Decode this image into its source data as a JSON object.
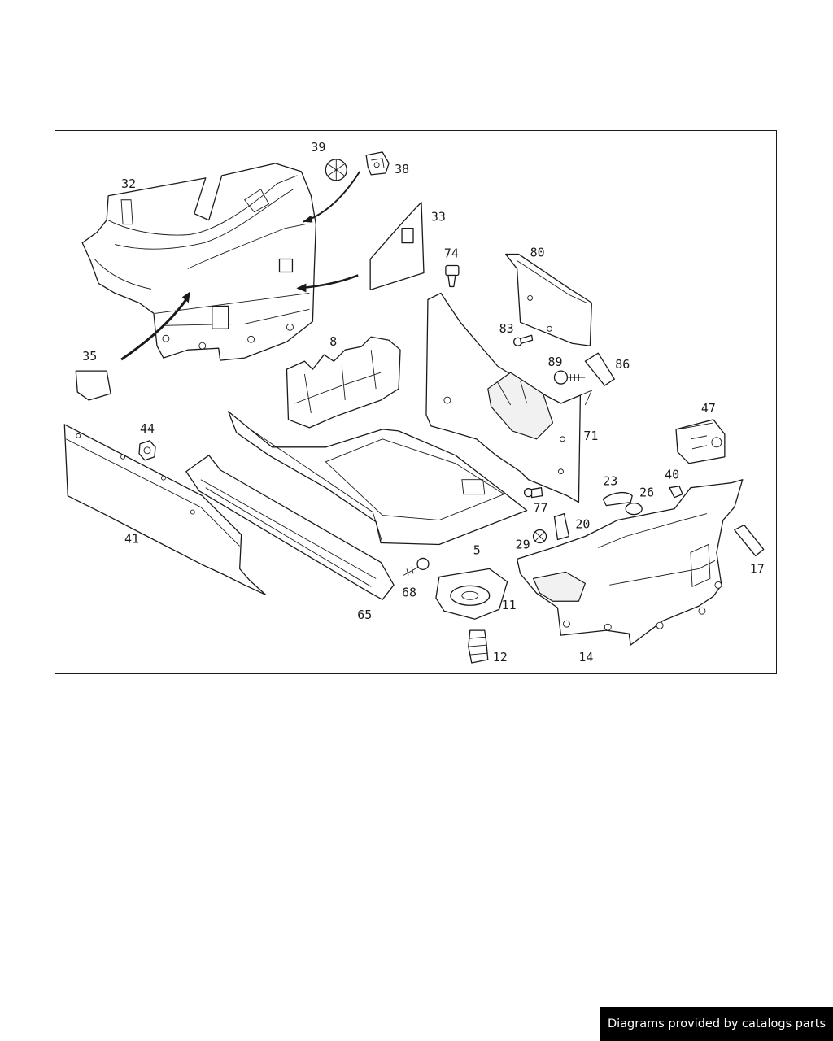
{
  "diagram": {
    "callouts": [
      {
        "id": "32",
        "label": "32"
      },
      {
        "id": "39",
        "label": "39"
      },
      {
        "id": "38",
        "label": "38"
      },
      {
        "id": "33",
        "label": "33"
      },
      {
        "id": "74",
        "label": "74"
      },
      {
        "id": "80",
        "label": "80"
      },
      {
        "id": "83",
        "label": "83"
      },
      {
        "id": "89",
        "label": "89"
      },
      {
        "id": "86",
        "label": "86"
      },
      {
        "id": "8",
        "label": "8"
      },
      {
        "id": "35",
        "label": "35"
      },
      {
        "id": "47",
        "label": "47"
      },
      {
        "id": "44",
        "label": "44"
      },
      {
        "id": "71",
        "label": "71"
      },
      {
        "id": "23",
        "label": "23"
      },
      {
        "id": "40",
        "label": "40"
      },
      {
        "id": "26",
        "label": "26"
      },
      {
        "id": "77",
        "label": "77"
      },
      {
        "id": "20",
        "label": "20"
      },
      {
        "id": "41",
        "label": "41"
      },
      {
        "id": "29",
        "label": "29"
      },
      {
        "id": "5",
        "label": "5"
      },
      {
        "id": "17",
        "label": "17"
      },
      {
        "id": "68",
        "label": "68"
      },
      {
        "id": "11",
        "label": "11"
      },
      {
        "id": "65",
        "label": "65"
      },
      {
        "id": "12",
        "label": "12"
      },
      {
        "id": "14",
        "label": "14"
      }
    ]
  },
  "footer": {
    "text": "Diagrams provided by catalogs parts"
  }
}
